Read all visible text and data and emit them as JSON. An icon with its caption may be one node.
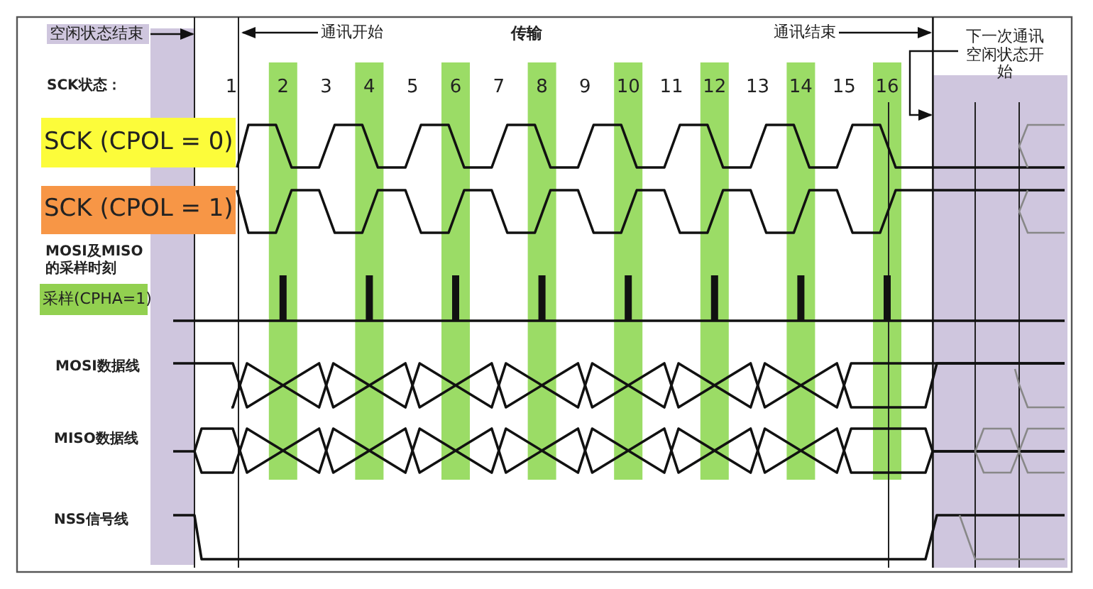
{
  "diagram": {
    "nodes": [
      {
        "text": [
          "空闲状态结束"
        ]
      },
      {
        "text": [
          "通讯开始"
        ]
      },
      {
        "text": [
          "通讯结束"
        ]
      },
      {
        "text": [
          "下一次通讯空闲状态开始"
        ]
      },
      {
        "text": [
          "SCK (CPOL = 0)"
        ]
      },
      {
        "text": [
          "SCK (CPOL = 1)"
        ]
      },
      {
        "text": [
          "采样(CPHA=1)"
        ]
      },
      {
        "text": [],
        "shape": "band"
      },
      {
        "text": [],
        "shape": "band"
      },
      {
        "text": [],
        "shape": "bar"
      }
    ],
    "edges": [
      {
        "from": 0,
        "to": 7,
        "arrow": "to"
      },
      {
        "from": 1,
        "to": null,
        "arrow": "to"
      },
      {
        "from": 2,
        "to": 9,
        "arrow": "to"
      },
      {
        "from": 3,
        "to": 8,
        "arrow": "to"
      }
    ],
    "labels": [
      "传输",
      "SCK状态：",
      "1",
      "2",
      "3",
      "4",
      "5",
      "6",
      "7",
      "8",
      "9",
      "10",
      "11",
      "12",
      "13",
      "14",
      "15",
      "16",
      "MOSI及MISO的采样时刻",
      "MOSI数据线",
      "MISO数据线",
      "NSS信号线"
    ]
  }
}
